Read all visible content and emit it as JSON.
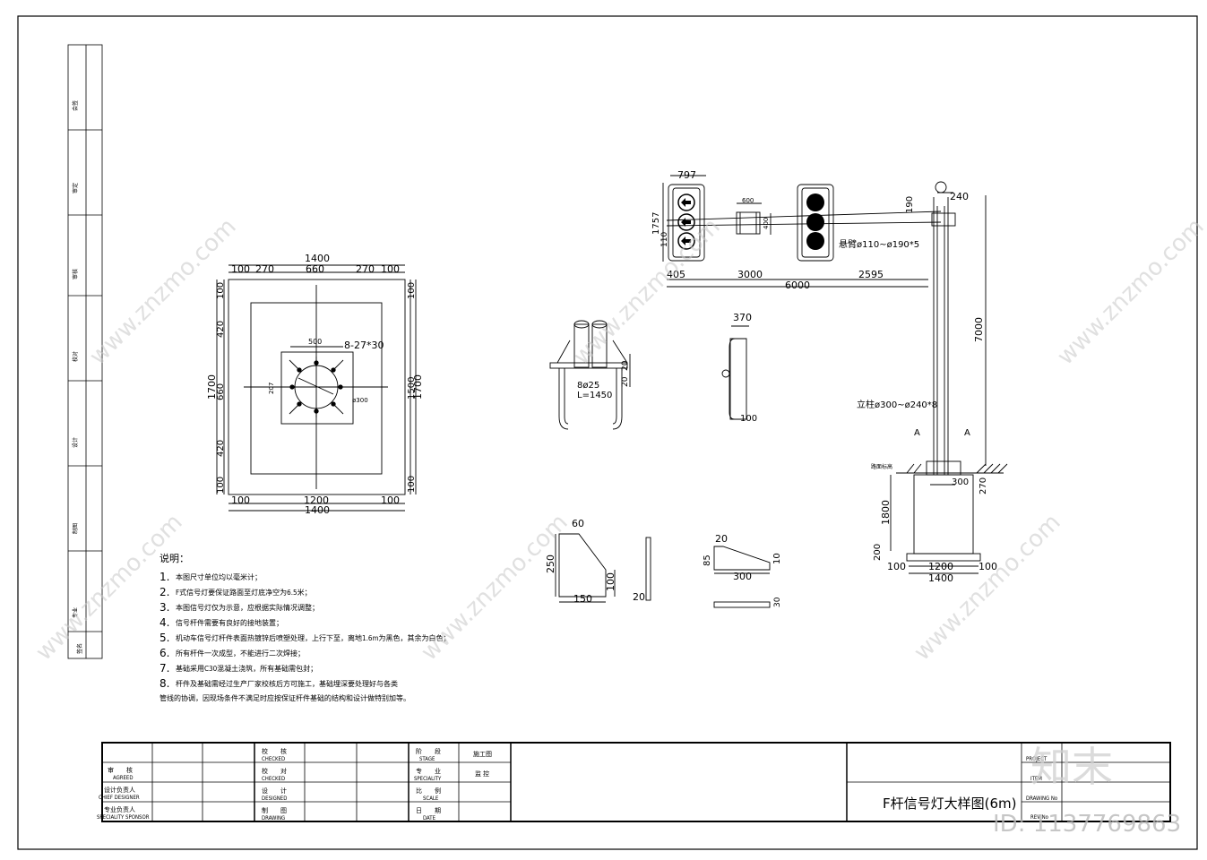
{
  "base_plan": {
    "top_total": "1400",
    "top_segments": [
      "100",
      "270",
      "660",
      "270",
      "100"
    ],
    "bottom_segments": [
      "100",
      "1200",
      "100"
    ],
    "bottom_total": "1400",
    "left_segments": [
      "100",
      "420",
      "660",
      "420",
      "100"
    ],
    "left_total": "1700",
    "right_segments": [
      "100",
      "1500",
      "100"
    ],
    "right_total": "1700",
    "plate_width": "500",
    "bolt_spec": "8-27*30",
    "plate_dim": "207",
    "circle_dim": "ø300"
  },
  "signal_elevation": {
    "head_width": "797",
    "head_height": "1757",
    "head_small": "110",
    "bracket_width": "600",
    "bracket_height": "400",
    "arm_spec": "悬臂ø110~ø190*5",
    "arm_dim": "190",
    "top_dim": "240",
    "dims_row1": [
      "405",
      "3000",
      "2595"
    ],
    "dims_row2": "6000",
    "pole_height": "7000",
    "pole_spec": "立柱ø300~ø240*8",
    "section_left": "A",
    "section_right": "A",
    "ground_label": "路面标高",
    "base_width": "300",
    "base_depth": "270",
    "foundation_depth": "1800",
    "foundation_bottom": "200",
    "foundation_segments": [
      "100",
      "1200",
      "100"
    ],
    "foundation_total": "1400"
  },
  "anchor_detail": {
    "dim": "20",
    "bolt": "8ø25",
    "length": "L=1450"
  },
  "clamp_detail": {
    "width": "370",
    "base": "100"
  },
  "stiffener_detail": {
    "top": "60",
    "height": "250",
    "mid": "100",
    "bottom": "150",
    "thick": "20"
  },
  "wedge_detail": {
    "top": "20",
    "left": "85",
    "right": "10",
    "width": "300",
    "thick": "30"
  },
  "notes": {
    "heading": "说明：",
    "items": [
      {
        "num": "1.",
        "text": "本图尺寸单位均以毫米计；"
      },
      {
        "num": "2.",
        "text": "F式信号灯要保证路面至灯底净空为6.5米；"
      },
      {
        "num": "3.",
        "text": "本图信号灯仅为示意，应根据实际情况调整；"
      },
      {
        "num": "4.",
        "text": "信号杆件需要有良好的接地装置；"
      },
      {
        "num": "5.",
        "text": "机动车信号灯杆件表面热镀锌后喷塑处理，上行下至，离地1.6m为黑色，其余为白色；"
      },
      {
        "num": "6.",
        "text": "所有杆件一次成型，不能进行二次焊接；"
      },
      {
        "num": "7.",
        "text": "基础采用C30混凝土浇筑，所有基础需包封；"
      },
      {
        "num": "8.",
        "text": "杆件及基础需经过生产厂家校核后方可施工，基础埋深要处理好与各类"
      }
    ],
    "extra": "管线的协调，因现场条件不满足时应按保证杆件基础的结构和设计做特别加等。"
  },
  "title_block": {
    "agreed": "审　　核",
    "agreed_en": "AGREED",
    "chief": "设计负责人",
    "chief_en": "CHIEF DESIGNER",
    "sponsor": "专业负责人",
    "sponsor_en": "SPECIALITY SPONSOR",
    "checked1": "校　　核",
    "checked1_en": "CHECKED",
    "checked2": "校　　对",
    "checked2_en": "CHECKED",
    "designed": "设　　计",
    "designed_en": "DESIGNED",
    "drawing": "制　　图",
    "drawing_en": "DRAWING",
    "stage": "阶　　段",
    "stage_en": "STAGE",
    "stage_val": "施工图",
    "speciality": "专　　业",
    "speciality_en": "SPECIALITY",
    "speciality_val": "监 控",
    "scale": "比　　例",
    "scale_en": "SCALE",
    "date": "日　　期",
    "date_en": "DATE",
    "project_en": "PROJECT",
    "item_en": "ITEM",
    "drawing_no_en": "DRAWING No",
    "rev_en": "REV No",
    "drawing_title": "F杆信号灯大样图(6m)"
  },
  "side_strip": [
    "会签",
    "审定",
    "审核",
    "校对",
    "设计",
    "制图",
    "专业",
    "签名"
  ],
  "watermark": {
    "site": "www.znzmo.com",
    "brand": "知末",
    "id": "ID: 1137769863"
  }
}
